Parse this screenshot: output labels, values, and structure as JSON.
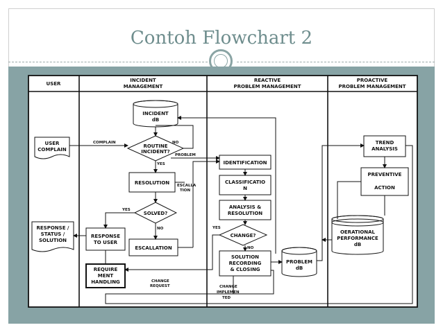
{
  "slide": {
    "title": "Contoh Flowchart 2"
  },
  "lanes": {
    "user": "USER",
    "incident_1": "INCIDENT",
    "incident_2": "MANAGEMENT",
    "reactive_1": "REACTIVE",
    "reactive_2": "PROBLEM MANAGEMENT",
    "proactive_1": "PROACTIVE",
    "proactive_2": "PROBLEM MANAGEMENT"
  },
  "nodes": {
    "incident_db_1": "INCIDENT",
    "incident_db_2": "dB",
    "user_complain_1": "USER",
    "user_complain_2": "COMPLAIN",
    "routine_1": "ROUTINE",
    "routine_2": "INCIDENT?",
    "resolution": "RESOLUTION",
    "solved": "SOLVED?",
    "escallation": "ESCALLATION",
    "response_user_1": "RESPONSE",
    "response_user_2": "TO USER",
    "requirement_1": "REQUIRE",
    "requirement_2": "MENT",
    "requirement_3": "HANDLING",
    "response_status_1": "RESPONSE /",
    "response_status_2": "STATUS /",
    "response_status_3": "SOLUTION",
    "identification": "IDENTIFICATION",
    "classification_1": "CLASSIFICATIO",
    "classification_2": "N",
    "analysis_1": "ANALYSIS &",
    "analysis_2": "RESOLUTION",
    "change": "CHANGE?",
    "solution_1": "SOLUTION",
    "solution_2": "RECORDING",
    "solution_3": "& CLOSING",
    "problem_db_1": "PROBLEM",
    "problem_db_2": "dB",
    "trend_1": "TREND",
    "trend_2": "ANALYSIS",
    "preventive_1": "PREVENTIVE",
    "preventive_2": "ACTION",
    "operational_1": "OERATIONAL",
    "operational_2": "PERFORMANCE",
    "operational_3": "dB"
  },
  "edge_labels": {
    "complain": "COMPLAIN",
    "no_routine": "NO",
    "yes_routine": "YES",
    "problem": "PROBLEM",
    "escalation_1": "ESCALLA",
    "escalation_2": "TION",
    "yes_solved": "YES",
    "no_solved": "NO",
    "yes_change": "YES",
    "no_change": "NO",
    "change_request_1": "CHANGE",
    "change_request_2": "REQUEST",
    "change_impl_1": "CHANGE",
    "change_impl_2": "IMPLEMEN",
    "change_impl_3": "TED"
  }
}
